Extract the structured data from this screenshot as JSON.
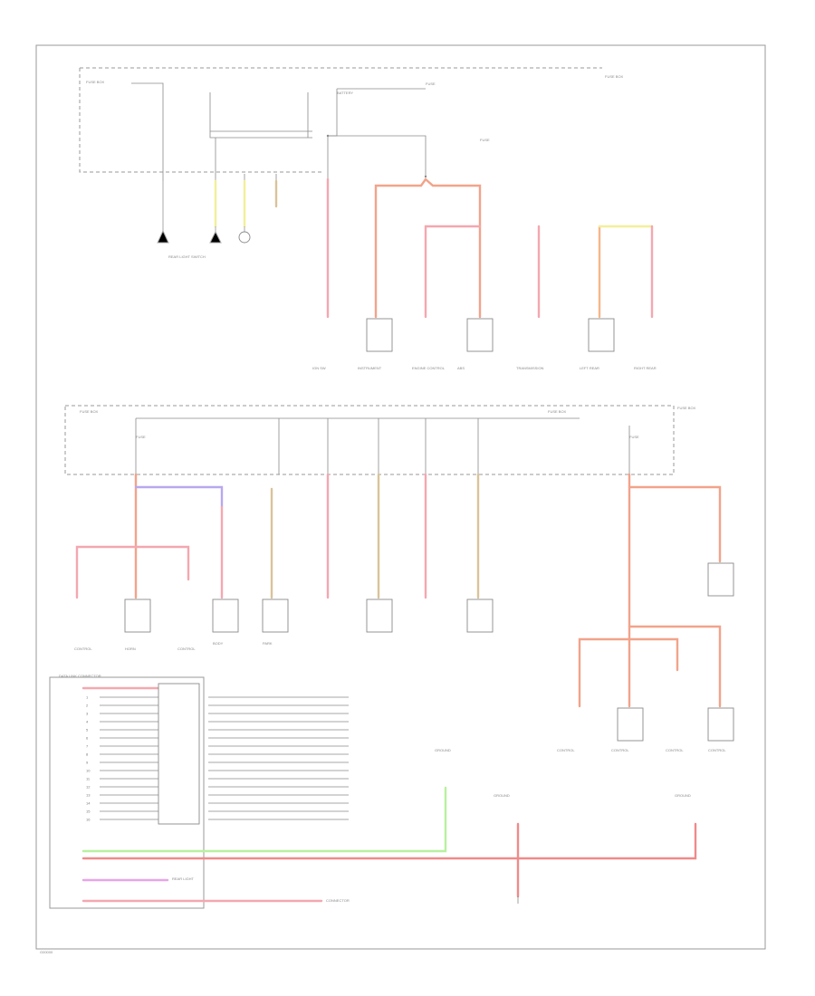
{
  "diagram": {
    "page_id": "G00000",
    "labels": {
      "fuse_box_top_left": "FUSE BOX",
      "fuse_box_top_right": "FUSE BOX",
      "fuse_box_mid_right": "FUSE BOX",
      "fuse_box_mid_left": "FUSE BOX",
      "fuse_box_mid_right2": "FUSE BOX",
      "battery": "BATTERY",
      "fuse_a": "FUSE",
      "fuse_b": "FUSE",
      "fuse_c": "FUSE",
      "fuse_d": "FUSE",
      "ground_left": "REAR LIGHT SWITCH",
      "comp_ignition": "IGN SW",
      "comp_instrument": "INSTRUMENT",
      "comp_engine": "ENGINE CONTROL",
      "comp_abs": "ABS",
      "comp_trans": "TRANSMISSION",
      "comp_left_rear": "LEFT REAR",
      "comp_right_rear": "RIGHT REAR",
      "comp_row2_a": "CONTROL",
      "comp_row2_b": "HORN",
      "comp_row2_c": "CONTROL",
      "comp_row2_d": "BODY",
      "comp_row2_e": "PARK",
      "comp_right_a": "CONTROL",
      "comp_right_b": "CONTROL",
      "comp_right_c": "CONTROL",
      "comp_right_d": "CONTROL",
      "connector_block": "DATA LINK CONNECTOR",
      "ground_bottom_center": "GROUND",
      "ground_bottom_right": "GROUND",
      "ground_green": "GROUND",
      "bottom_note_1": "REAR LIGHT",
      "bottom_note_2": "CONNECTOR"
    },
    "connector_rows": [
      "1",
      "2",
      "3",
      "4",
      "5",
      "6",
      "7",
      "8",
      "9",
      "10",
      "11",
      "12",
      "13",
      "14",
      "15",
      "16"
    ],
    "colors": {
      "pink": "#f4a7b0",
      "orange": "#f5b78a",
      "tan": "#d9c39a",
      "yellow": "#f3ef9a",
      "green": "#b8f0a0",
      "red": "#f08a8a",
      "magenta": "#e6a6e6",
      "purple": "#b7a8ee"
    }
  }
}
